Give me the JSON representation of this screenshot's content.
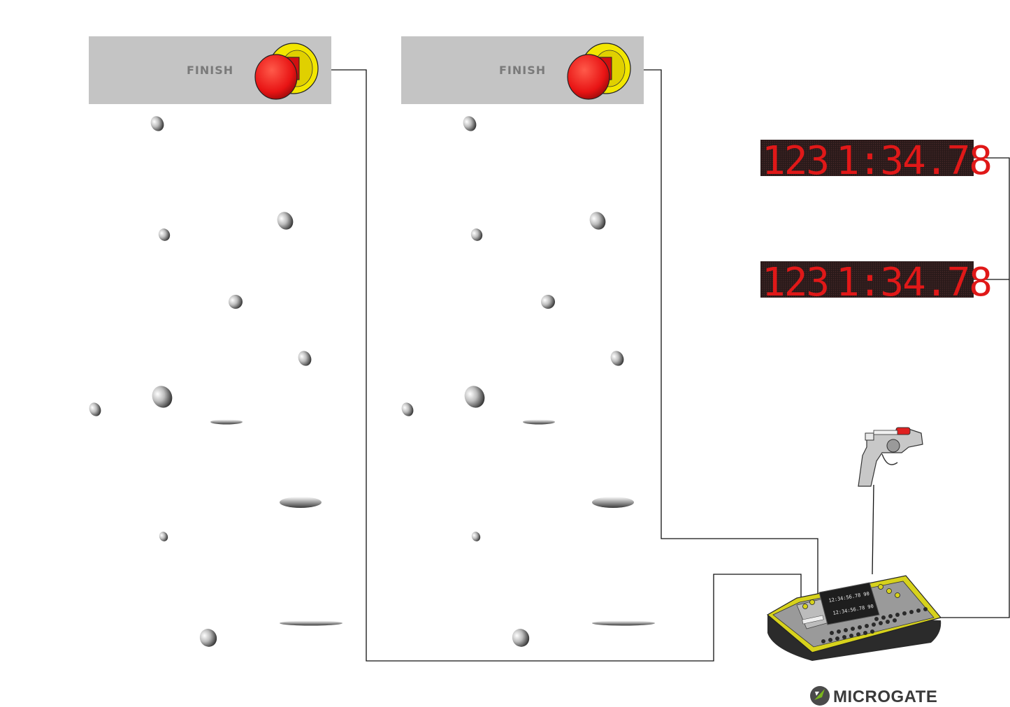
{
  "finish_panels": [
    {
      "label": "FINISH"
    },
    {
      "label": "FINISH"
    }
  ],
  "scoreboards": [
    {
      "bib": "123",
      "time": "1:34.78"
    },
    {
      "bib": "123",
      "time": "1:34.78"
    }
  ],
  "timer_screen": {
    "line1": "12:34:56.78  90",
    "line2": "12:34:56.78  90"
  },
  "brand": {
    "name": "MICROGATE"
  },
  "colors": {
    "panel_gray": "#c4c4c4",
    "button_red": "#e81414",
    "button_yellow": "#f2e600",
    "board_red": "#e01818",
    "device_yellow": "#d7d21c",
    "logo_green": "#7ab51d"
  }
}
